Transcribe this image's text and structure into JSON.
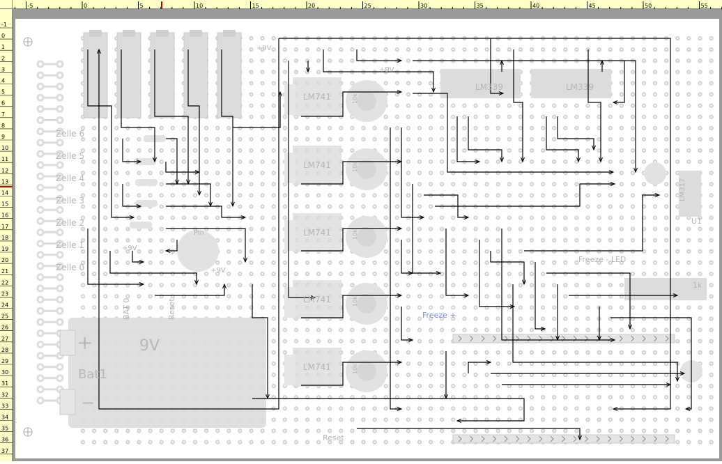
{
  "ruler": {
    "top_labels": [
      "-5",
      "0",
      "5",
      "10",
      "15",
      "20",
      "25",
      "30",
      "35",
      "40",
      "45",
      "50",
      "55"
    ],
    "left_labels": [
      "-1",
      "0",
      "1",
      "2",
      "3",
      "4",
      "5",
      "6",
      "7",
      "8",
      "9",
      "10",
      "11",
      "12",
      "13",
      "14",
      "15",
      "16",
      "17",
      "18",
      "19",
      "20",
      "21",
      "22",
      "23",
      "24",
      "25",
      "26",
      "27",
      "28",
      "29",
      "30",
      "31",
      "32",
      "33",
      "34",
      "35",
      "36",
      "37"
    ],
    "marker_color": "#cc0000"
  },
  "connector_labels": [
    "Zelle 6",
    "Zelle 5",
    "Zelle 4",
    "Zelle 3",
    "Zelle 2",
    "Zelle 1",
    "Zelle 0"
  ],
  "opamps": [
    "LM741",
    "LM741",
    "LM741",
    "LM741",
    "LM741"
  ],
  "comparators": [
    "LM339",
    "LM339"
  ],
  "labels": {
    "plus9v": "+9V",
    "battery_name": "Bat1",
    "battery_voltage": "9V",
    "battery_plus": "+",
    "battery_minus": "−",
    "bat0": "BAT 0",
    "reset_vertical": "Reset",
    "reset_bottom": "Reset",
    "freeze_plus": "Freeze +",
    "freeze_led": "Freeze - LED",
    "pin": "Pin",
    "r1k": "1k",
    "lm317": "LM317",
    "u1": "U1",
    "pot": "10k"
  },
  "colors": {
    "board": "#ffffff",
    "frame": "#9a9a9a",
    "hole": "#d2d2d2",
    "part": "#dcdcdc",
    "wire": "#000000",
    "label": "#b4b4b4",
    "freeze_label": "#7a8fd8"
  }
}
